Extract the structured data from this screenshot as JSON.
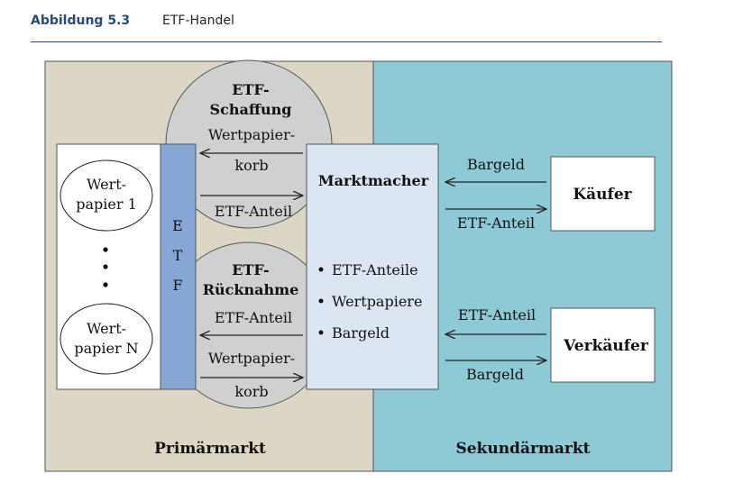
{
  "caption": {
    "number": "Abbildung 5.3",
    "title": "ETF-Handel"
  },
  "colors": {
    "primary_bg": "#dcd7c4",
    "secondary_bg": "#8ec9d6",
    "etf_bar": "#86a7d6",
    "market_maker": "#dce6f3",
    "ellipse": "#d0d0d0"
  },
  "primary_market": {
    "label": "Primärmarkt",
    "securities": {
      "top_line1": "Wert-",
      "top_line2": "papier 1",
      "bottom_line1": "Wert-",
      "bottom_line2": "papier N"
    },
    "etf_letters": [
      "E",
      "T",
      "F"
    ]
  },
  "creation": {
    "title_line1": "ETF-",
    "title_line2": "Schaffung",
    "flow_in_line1": "Wertpapier-",
    "flow_in_line2": "korb",
    "flow_out": "ETF-Anteil"
  },
  "redemption": {
    "title_line1": "ETF-",
    "title_line2": "Rücknahme",
    "flow_in": "ETF-Anteil",
    "flow_out_line1": "Wertpapier-",
    "flow_out_line2": "korb"
  },
  "market_maker": {
    "title": "Marktmacher",
    "holdings": [
      "ETF-Anteile",
      "Wertpapiere",
      "Bargeld"
    ]
  },
  "secondary_market": {
    "label": "Sekundärmarkt",
    "buyer": {
      "label": "Käufer",
      "receives_from": "Bargeld",
      "gives": "ETF-Anteil"
    },
    "seller": {
      "label": "Verkäufer",
      "receives_from": "ETF-Anteil",
      "gives": "Bargeld"
    }
  }
}
